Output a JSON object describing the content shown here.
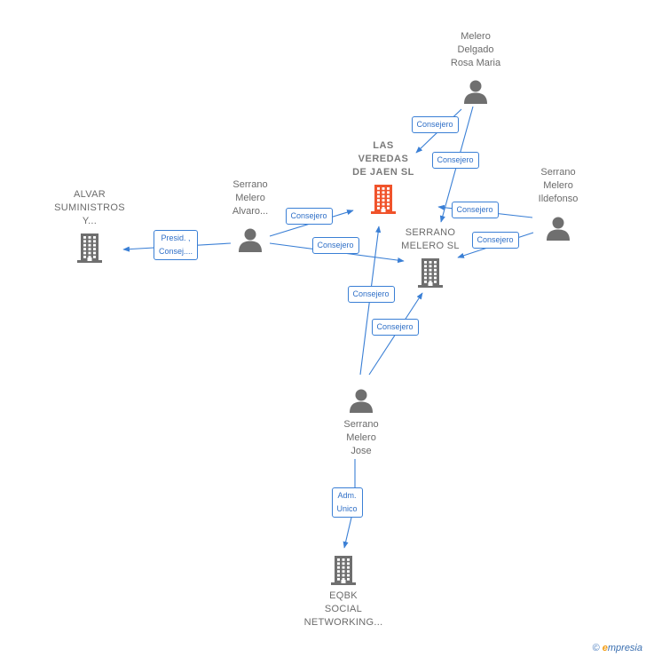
{
  "nodes": {
    "melero_delgado": {
      "label": "Melero\nDelgado\nRosa Maria",
      "type": "person"
    },
    "las_veredas": {
      "label": "LAS\nVEREDAS\nDE JAEN SL",
      "type": "company-main"
    },
    "serrano_ildefonso": {
      "label": "Serrano\nMelero\nIldefonso",
      "type": "person"
    },
    "alvar": {
      "label": "ALVAR\nSUMINISTROS\nY...",
      "type": "company"
    },
    "serrano_alvaro": {
      "label": "Serrano\nMelero\nAlvaro...",
      "type": "person"
    },
    "serrano_melero_sl": {
      "label": "SERRANO\nMELERO SL",
      "type": "company"
    },
    "serrano_jose": {
      "label": "Serrano\nMelero\nJose",
      "type": "person"
    },
    "eqbk": {
      "label": "EQBK\nSOCIAL\nNETWORKING...",
      "type": "company"
    }
  },
  "edges": [
    {
      "from": "melero_delgado",
      "to": "las_veredas",
      "label": "Consejero"
    },
    {
      "from": "melero_delgado",
      "to": "serrano_melero_sl",
      "label": "Consejero"
    },
    {
      "from": "serrano_ildefonso",
      "to": "las_veredas",
      "label": "Consejero"
    },
    {
      "from": "serrano_ildefonso",
      "to": "serrano_melero_sl",
      "label": "Consejero"
    },
    {
      "from": "serrano_alvaro",
      "to": "alvar",
      "label": "Presid. ,\nConsej...."
    },
    {
      "from": "serrano_alvaro",
      "to": "las_veredas",
      "label": "Consejero"
    },
    {
      "from": "serrano_alvaro",
      "to": "serrano_melero_sl",
      "label": "Consejero"
    },
    {
      "from": "serrano_jose",
      "to": "las_veredas",
      "label": "Consejero"
    },
    {
      "from": "serrano_jose",
      "to": "serrano_melero_sl",
      "label": "Consejero"
    },
    {
      "from": "serrano_jose",
      "to": "eqbk",
      "label": "Adm.\nUnico"
    }
  ],
  "colors": {
    "edge": "#3a7fd5",
    "person_icon": "#6f6f6f",
    "company_icon": "#6f6f6f",
    "main_company_icon": "#f0532b"
  },
  "footer": {
    "copyright": "©",
    "brand_initial": "e",
    "brand_rest": "mpresia"
  }
}
